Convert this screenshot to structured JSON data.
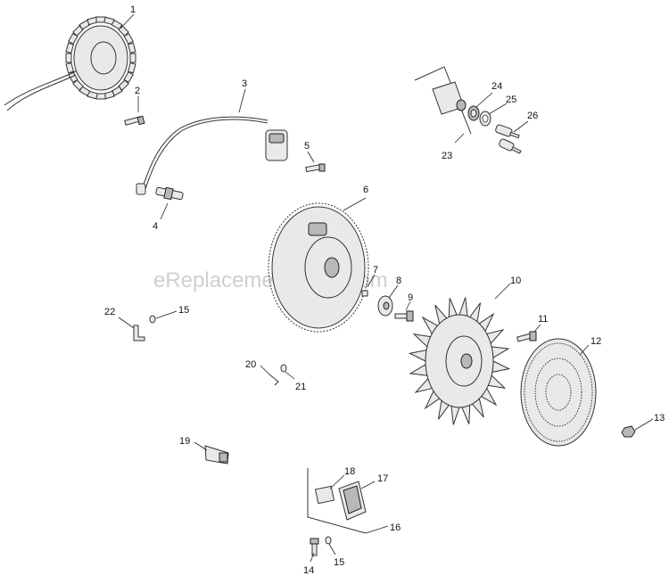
{
  "watermark": "eReplacementParts.com",
  "callouts": {
    "c1": "1",
    "c2": "2",
    "c3": "3",
    "c4": "4",
    "c5": "5",
    "c6": "6",
    "c7": "7",
    "c8": "8",
    "c9": "9",
    "c10": "10",
    "c11": "11",
    "c12": "12",
    "c13": "13",
    "c14": "14",
    "c15a": "15",
    "c15b": "15",
    "c16": "16",
    "c17": "17",
    "c18": "18",
    "c19": "19",
    "c20": "20",
    "c21": "21",
    "c22": "22",
    "c23": "23",
    "c24": "24",
    "c25": "25",
    "c26": "26"
  }
}
